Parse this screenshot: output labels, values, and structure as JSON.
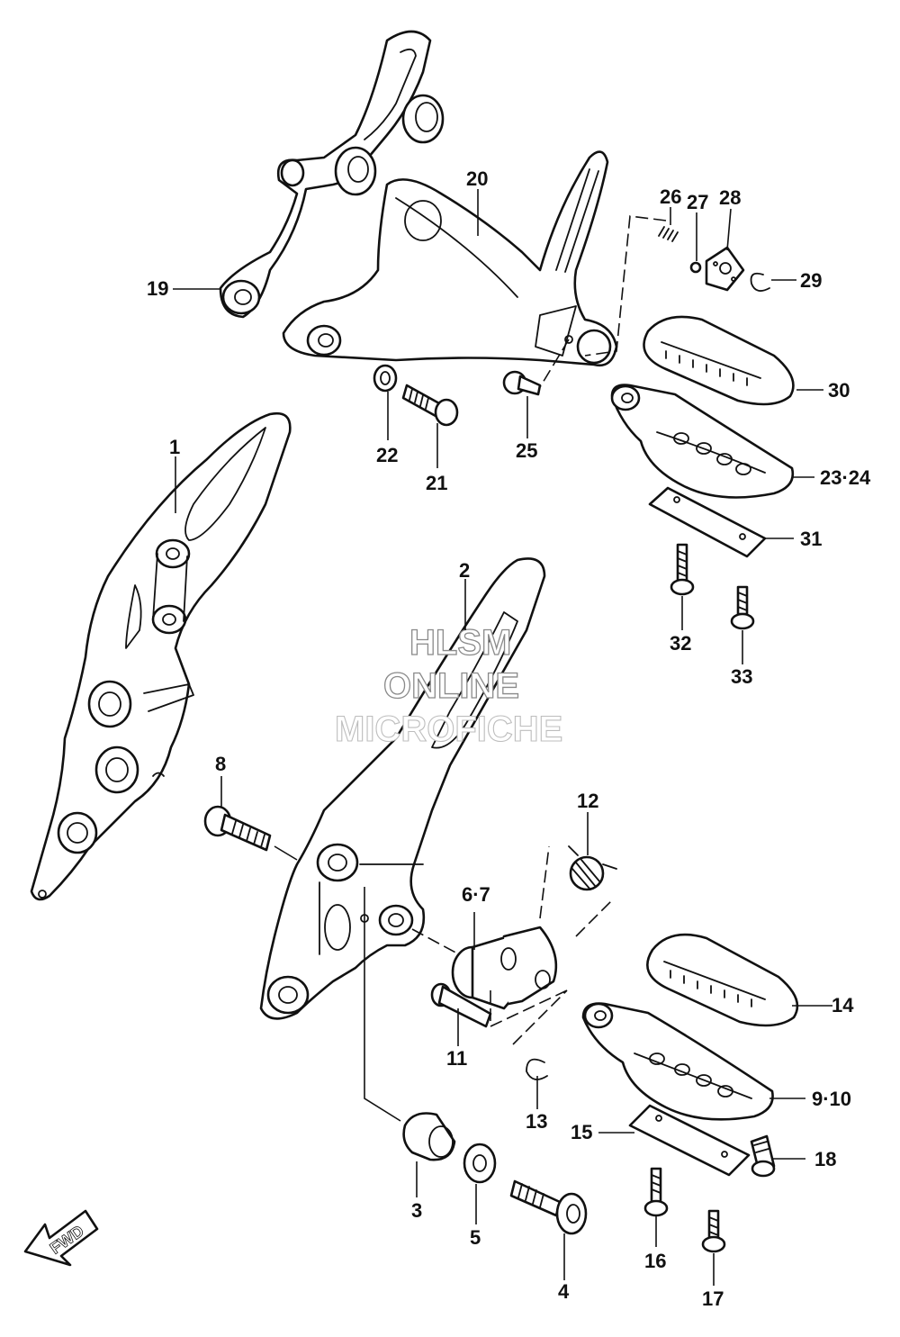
{
  "watermark": {
    "line1": "HLSM",
    "line2": "ONLINE",
    "line3": "MICROFICHE"
  },
  "fwd_label": "FWD",
  "callouts": {
    "p1": "1",
    "p2": "2",
    "p3": "3",
    "p4": "4",
    "p5": "5",
    "p67": "6·7",
    "p8": "8",
    "p910": "9·10",
    "p11": "11",
    "p12": "12",
    "p13": "13",
    "p14": "14",
    "p15": "15",
    "p16": "16",
    "p17": "17",
    "p18": "18",
    "p19": "19",
    "p20": "20",
    "p21": "21",
    "p22": "22",
    "p2324": "23·24",
    "p25": "25",
    "p26": "26",
    "p27": "27",
    "p28": "28",
    "p29": "29",
    "p30": "30",
    "p31": "31",
    "p32": "32",
    "p33": "33"
  }
}
